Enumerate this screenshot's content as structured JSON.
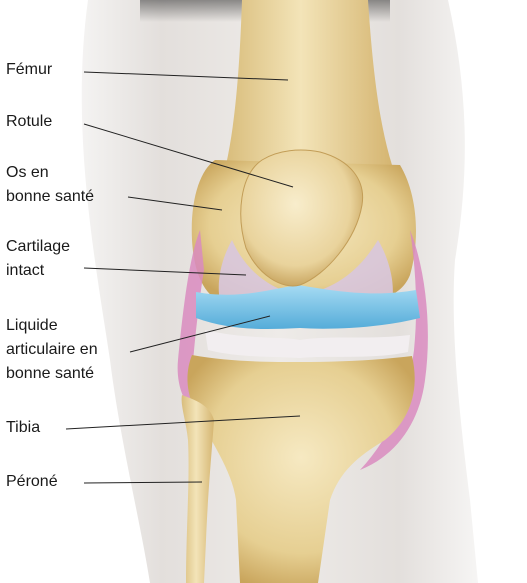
{
  "labels": {
    "femur": "Fémur",
    "rotule": "Rotule",
    "os_line1": "Os en",
    "os_line2": "bonne santé",
    "cartilage_line1": "Cartilage",
    "cartilage_line2": "intact",
    "liquide_line1": "Liquide",
    "liquide_line2": "articulaire en",
    "liquide_line3": "bonne santé",
    "tibia": "Tibia",
    "perone": "Péroné"
  },
  "colors": {
    "bone": "#ecd9a6",
    "cartilage": "#d8c6de",
    "synovial_fluid": "#7cc4e8",
    "ligament": "#d98bc0",
    "meniscus": "#f2eef0",
    "skin_shadow": "#d9d6d4"
  }
}
